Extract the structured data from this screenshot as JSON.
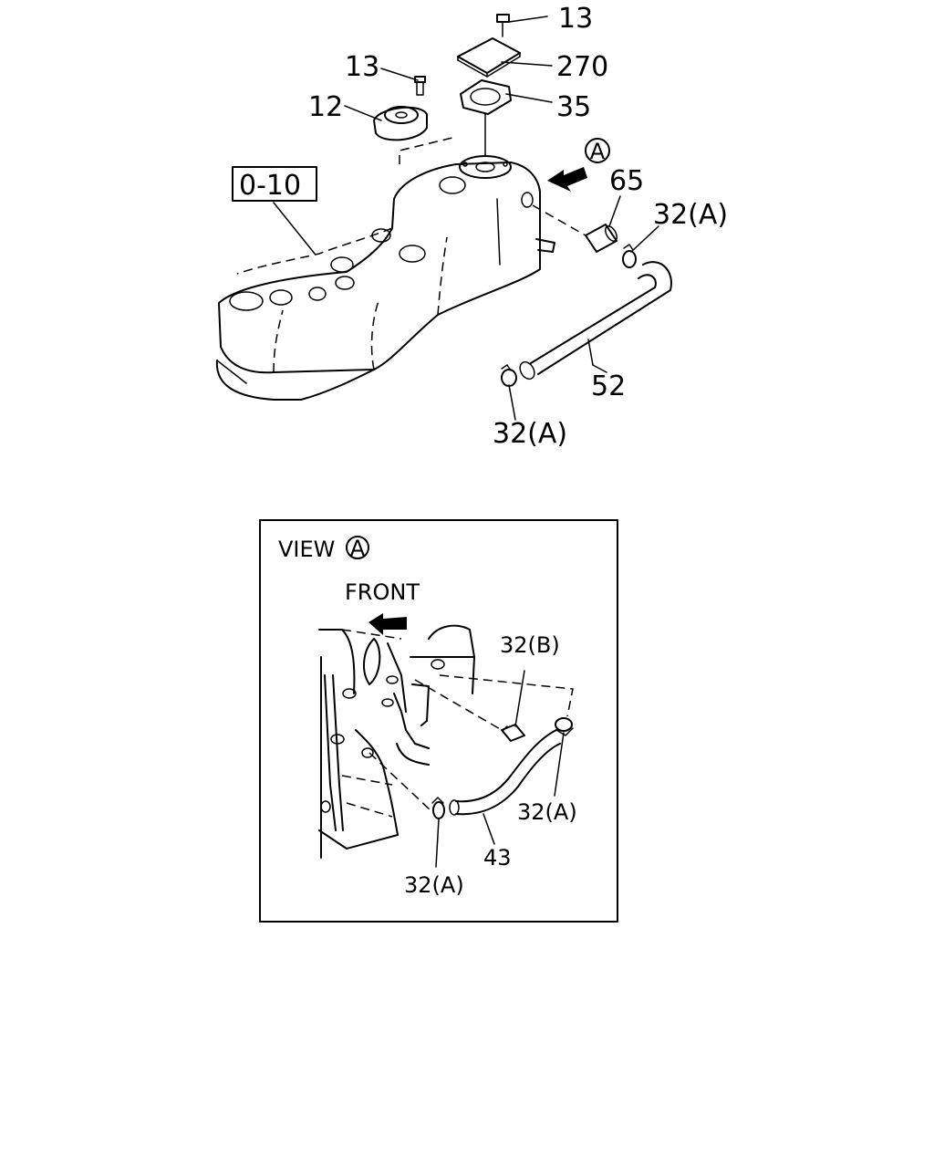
{
  "main_view": {
    "callouts": {
      "bolt_top": "13",
      "cover_plate": "270",
      "gasket": "35",
      "bolt_left": "13",
      "breather_cap": "12",
      "section_ref": "0-10",
      "view_marker": "A",
      "connector": "65",
      "clip_upper": "32(A)",
      "hose": "52",
      "clip_lower": "32(A)"
    }
  },
  "view_a_box": {
    "title": "VIEW",
    "marker": "A",
    "front_label": "FRONT",
    "callouts": {
      "clip_b": "32(B)",
      "clip_a_right": "32(A)",
      "hose": "43",
      "clip_a_bottom": "32(A)"
    }
  }
}
